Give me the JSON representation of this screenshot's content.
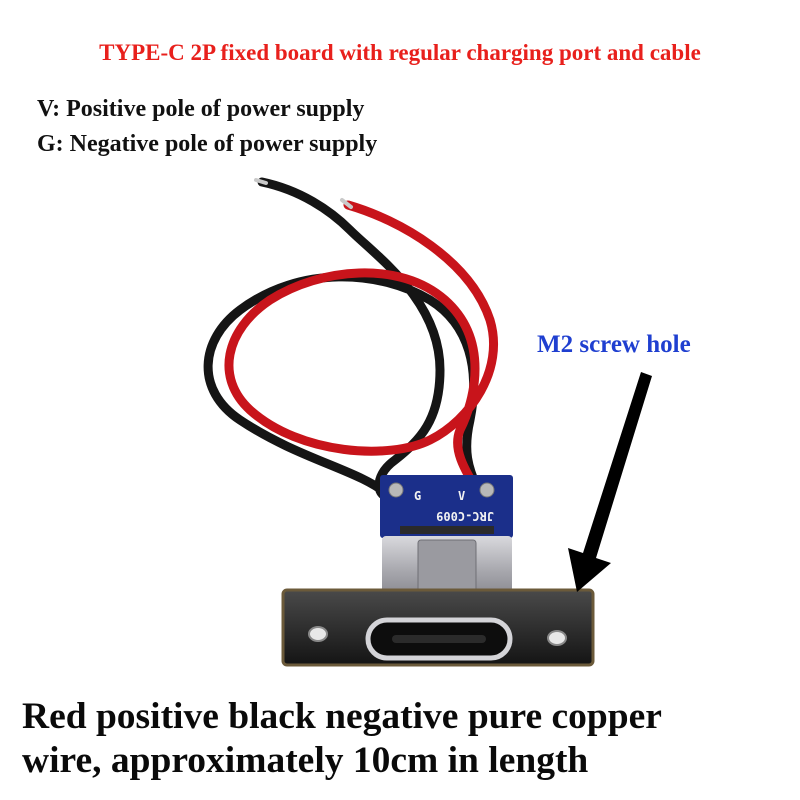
{
  "title": "TYPE-C 2P fixed board with regular charging port and cable",
  "legend": {
    "v": "V: Positive pole of power supply",
    "g": "G: Negative pole of power supply"
  },
  "annotation": {
    "screw_hole_label": "M2 screw hole"
  },
  "caption": {
    "line1": "Red positive black negative pure copper",
    "line2": "wire, approximately 10cm in length"
  },
  "pcb": {
    "model": "JRC-C009",
    "pin_g": "G",
    "pin_v": "V"
  },
  "colors": {
    "title": "#e8201c",
    "screw_label": "#1f3fd0",
    "pcb_blue": "#1b2f8a",
    "wire_red": "#c8141b",
    "wire_black": "#151515"
  }
}
